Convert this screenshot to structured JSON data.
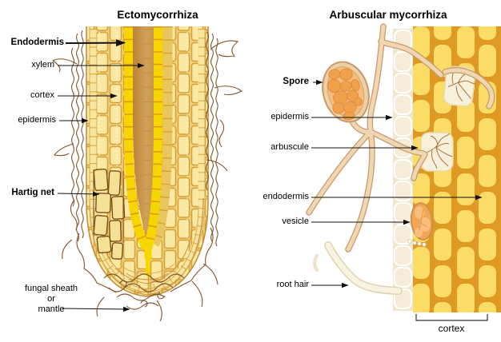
{
  "figure": {
    "left_panel": {
      "title": "Ectomycorrhiza",
      "labels": {
        "endodermis": "Endodermis",
        "xylem": "xylem",
        "cortex": "cortex",
        "epidermis": "epidermis",
        "hartig_net": "Hartig net",
        "fungal_sheath_line1": "fungal sheath",
        "fungal_sheath_line2": "or",
        "fungal_sheath_line3": "mantle"
      }
    },
    "right_panel": {
      "title": "Arbuscular mycorrhiza",
      "labels": {
        "spore": "Spore",
        "epidermis": "epidermis",
        "arbuscule": "arbuscule",
        "endodermis": "endodermis",
        "vesicle": "vesicle",
        "root_hair": "root hair",
        "cortex": "cortex"
      }
    },
    "colors": {
      "background": "#FFFFFF",
      "pale_cell": "#F9E9A4",
      "cell_wall": "#D9A032",
      "endodermis_yellow": "#F7D600",
      "xylem_tan": "#C9965B",
      "hypha_dark_brown": "#7C4B1D",
      "cortex_matrix_orange": "#DE9A22",
      "cortex_cell_yellow": "#FBDC66",
      "epidermis_cream": "#F5EDD7",
      "am_hypha_fill": "#F0D7B2",
      "am_hypha_outline": "#C79A6A",
      "spore_cell_orange": "#F1A04C",
      "label_color": "#000000"
    }
  }
}
